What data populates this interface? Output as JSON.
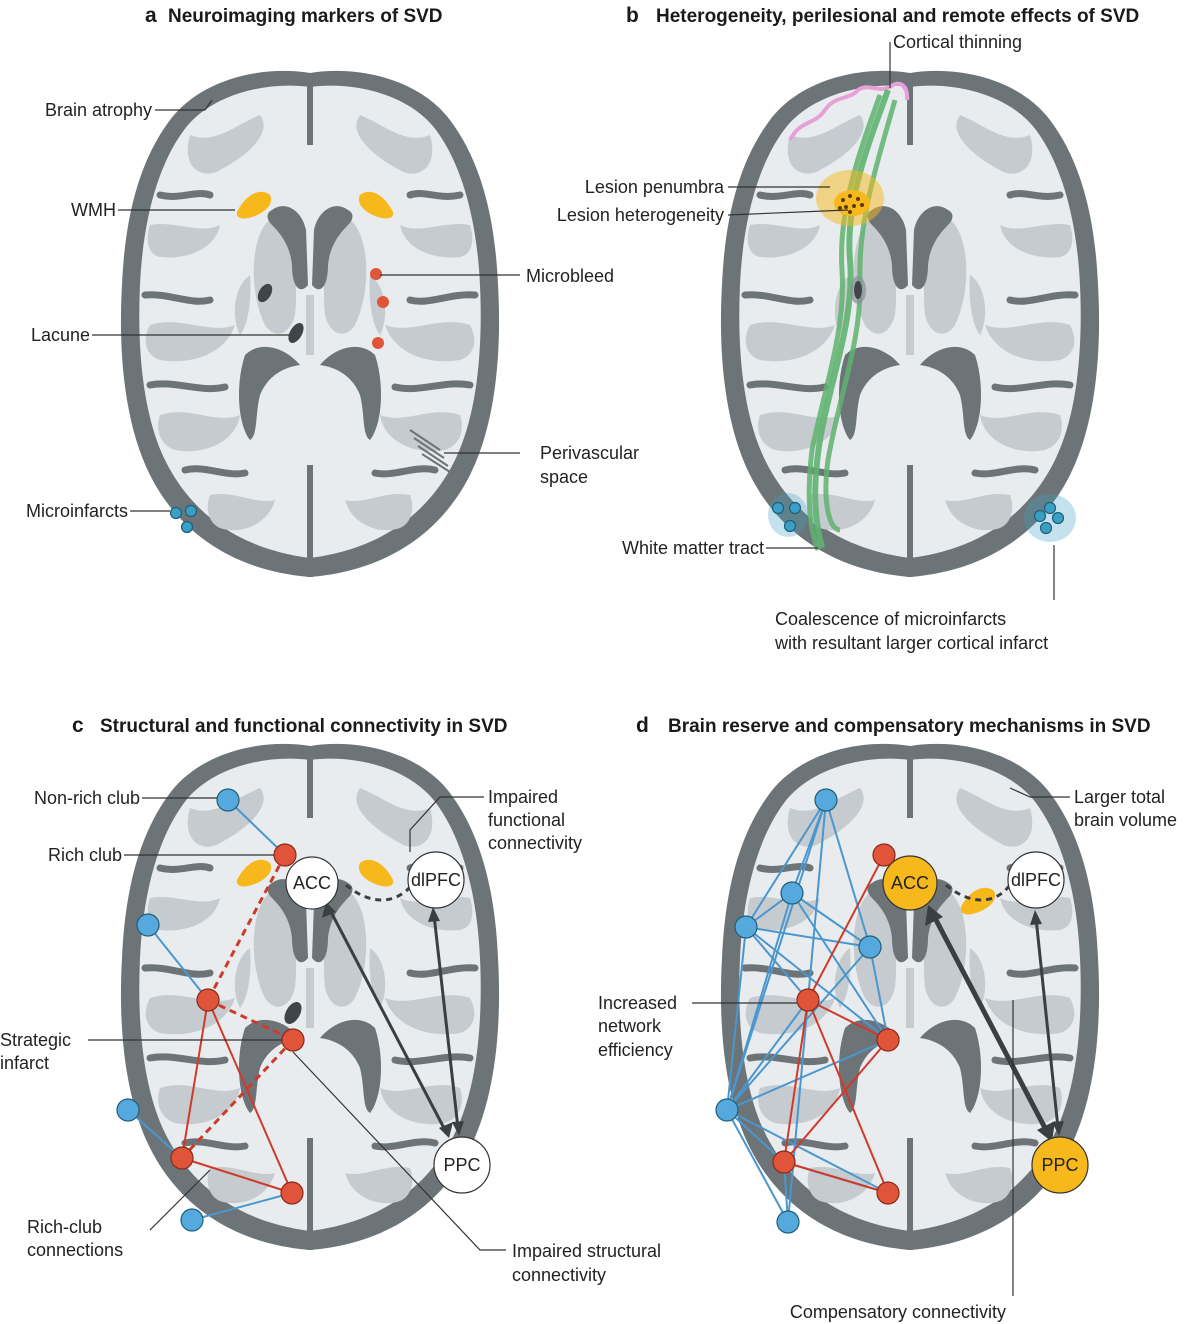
{
  "colors": {
    "cortex": "#6d7478",
    "white_matter": "#e9ecee",
    "gyri_light": "#c5cbcf",
    "ventricle": "#6d7478",
    "wmh": "#f7b81c",
    "microbleed": "#e0553a",
    "microinfarct": "#3a9fc4",
    "tract": "#5fb36f",
    "thinning": "#e8a0d8",
    "rich_club": "#e0553a",
    "non_rich_club": "#56a9dc",
    "link_red": "#d03a2a",
    "link_blue": "#4a97cf",
    "compensatory_node": "#f7b81c"
  },
  "panels": {
    "a": {
      "letter": "a",
      "title": "Neuroimaging markers of SVD",
      "labels": {
        "brain_atrophy": "Brain atrophy",
        "wmh": "WMH",
        "microbleed": "Microbleed",
        "lacune": "Lacune",
        "perivascular_1": "Perivascular",
        "perivascular_2": "space",
        "microinfarcts": "Microinfarcts"
      }
    },
    "b": {
      "letter": "b",
      "title": "Heterogeneity, perilesional and remote effects of SVD",
      "labels": {
        "cortical_thinning": "Cortical thinning",
        "lesion_penumbra": "Lesion penumbra",
        "lesion_heterogeneity": "Lesion heterogeneity",
        "white_matter_tract": "White matter tract",
        "coalescence_1": "Coalescence of microinfarcts",
        "coalescence_2": "with resultant larger cortical infarct"
      }
    },
    "c": {
      "letter": "c",
      "title": "Structural and functional connectivity in SVD",
      "labels": {
        "non_rich_club": "Non-rich club",
        "rich_club": "Rich club",
        "impaired_functional_1": "Impaired",
        "impaired_functional_2": "functional",
        "impaired_functional_3": "connectivity",
        "strategic_1": "Strategic",
        "strategic_2": "infarct",
        "rich_club_conn_1": "Rich-club",
        "rich_club_conn_2": "connections",
        "impaired_structural_1": "Impaired structural",
        "impaired_structural_2": "connectivity",
        "acc": "ACC",
        "dlpfc": "dlPFC",
        "ppc": "PPC"
      }
    },
    "d": {
      "letter": "d",
      "title": "Brain reserve and compensatory mechanisms in SVD",
      "labels": {
        "larger_volume_1": "Larger total",
        "larger_volume_2": "brain volume",
        "increased_1": "Increased",
        "increased_2": "network",
        "increased_3": "efficiency",
        "compensatory": "Compensatory connectivity",
        "acc": "ACC",
        "dlpfc": "dlPFC",
        "ppc": "PPC"
      }
    }
  }
}
